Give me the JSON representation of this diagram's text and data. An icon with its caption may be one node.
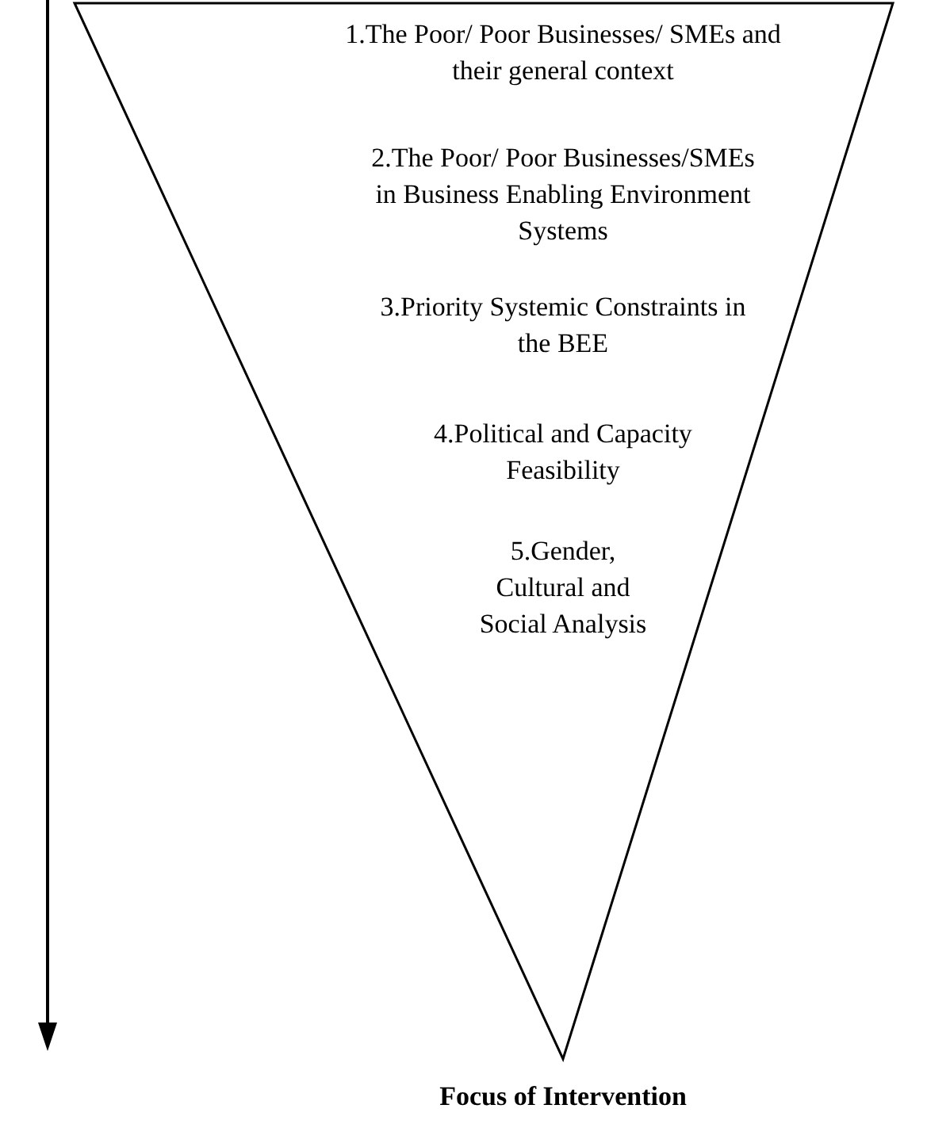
{
  "diagram": {
    "nodes": [
      {
        "text": [
          "1.The Poor/ Poor Businesses/ SMEs and their general context",
          "2.The Poor/ Poor Businesses/SMEs in Business Enabling Environment Systems",
          "3.Priority Systemic Constraints in the BEE",
          "4.Political and Capacity Feasibility",
          "5.Gender, Cultural and Social Analysis"
        ]
      }
    ],
    "labels": [
      "Focus of Intervention"
    ]
  }
}
